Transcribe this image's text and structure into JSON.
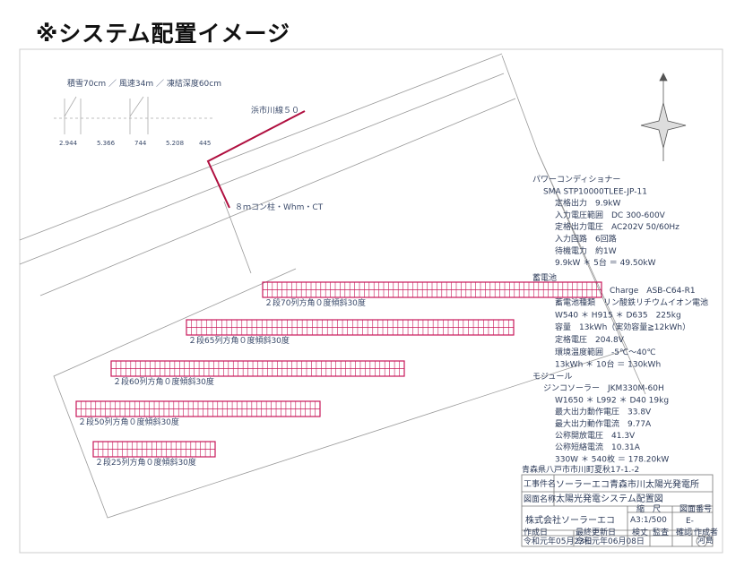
{
  "heading": "※システム配置イメージ",
  "snow_header": "積雪70cm ／ 風速34m ／ 凍結深度60cm",
  "snow_dims": [
    "2.944",
    "5.366",
    "744",
    "5.208",
    "445"
  ],
  "line_label": "浜市川線５０",
  "pole_label": "８ｍコン柱・Whm・CT",
  "arrays": [
    {
      "label": "２段70列方角０度傾斜30度",
      "rows": 2,
      "cols": 70
    },
    {
      "label": "２段65列方角０度傾斜30度",
      "rows": 2,
      "cols": 65
    },
    {
      "label": "２段60列方角０度傾斜30度",
      "rows": 2,
      "cols": 60
    },
    {
      "label": "２段50列方角０度傾斜30度",
      "rows": 2,
      "cols": 50
    },
    {
      "label": "２段25列方角０度傾斜30度",
      "rows": 2,
      "cols": 25
    }
  ],
  "specs": {
    "pcs_title": "パワーコンディショナー",
    "pcs_lines": [
      "SMA STP10000TLEE-JP-11",
      "定格出力　9.9kW",
      "入力電圧範囲　DC 300-600V",
      "定格出力電圧　AC202V 50/60Hz",
      "入力回路　6回路",
      "待機電力　約1W",
      "9.9kW ＊ 5台 ＝ 49.50kW"
    ],
    "battery_title": "蓄電池",
    "battery_lines": [
      "Charge　ASB-C64-R1",
      "蓄電池種類　リン酸鉄リチウムイオン電池",
      "W540 ＊ H915 ＊ D635　225kg",
      "容量　13kWh（実効容量≧12kWh）",
      "定格電圧　204.8V",
      "環境温度範囲　-5℃～40℃",
      "13kWh ＊ 10台 ＝ 130kWh"
    ],
    "module_title": "モジュール",
    "module_lines": [
      "ジンコソーラー　JKM330M-60H",
      "W1650 ＊ L992 ＊ D40 19kg",
      "最大出力動作電圧　33.8V",
      "最大出力動作電流　9.77A",
      "公称開放電圧　41.3V",
      "公称短絡電流　10.31A",
      "330W ＊ 540枚 ＝ 178.20kW"
    ]
  },
  "title_block": {
    "address": "青森県八戸市市川町夏秋17-1.-2",
    "project_label": "工事件名",
    "project": "ソーラーエコ青森市川太陽光発電所",
    "drawing_label": "図面名称",
    "drawing": "太陽光発電システム配置図",
    "company": "株式会社ソーラーエコ",
    "scale_label": "縮　尺",
    "scale": "A3:1/500",
    "number_label": "図面番号",
    "number": "E-",
    "created_label": "作成日",
    "created": "令和元年05月23日",
    "revised_label": "最終更新日",
    "revised": "令和元年06月08日",
    "cols": [
      "検丈",
      "監査",
      "確認",
      "作成者"
    ],
    "stamp": "河島"
  },
  "colors": {
    "array": "#c8185a",
    "line": "#b01040",
    "text": "#3a4a6a"
  }
}
